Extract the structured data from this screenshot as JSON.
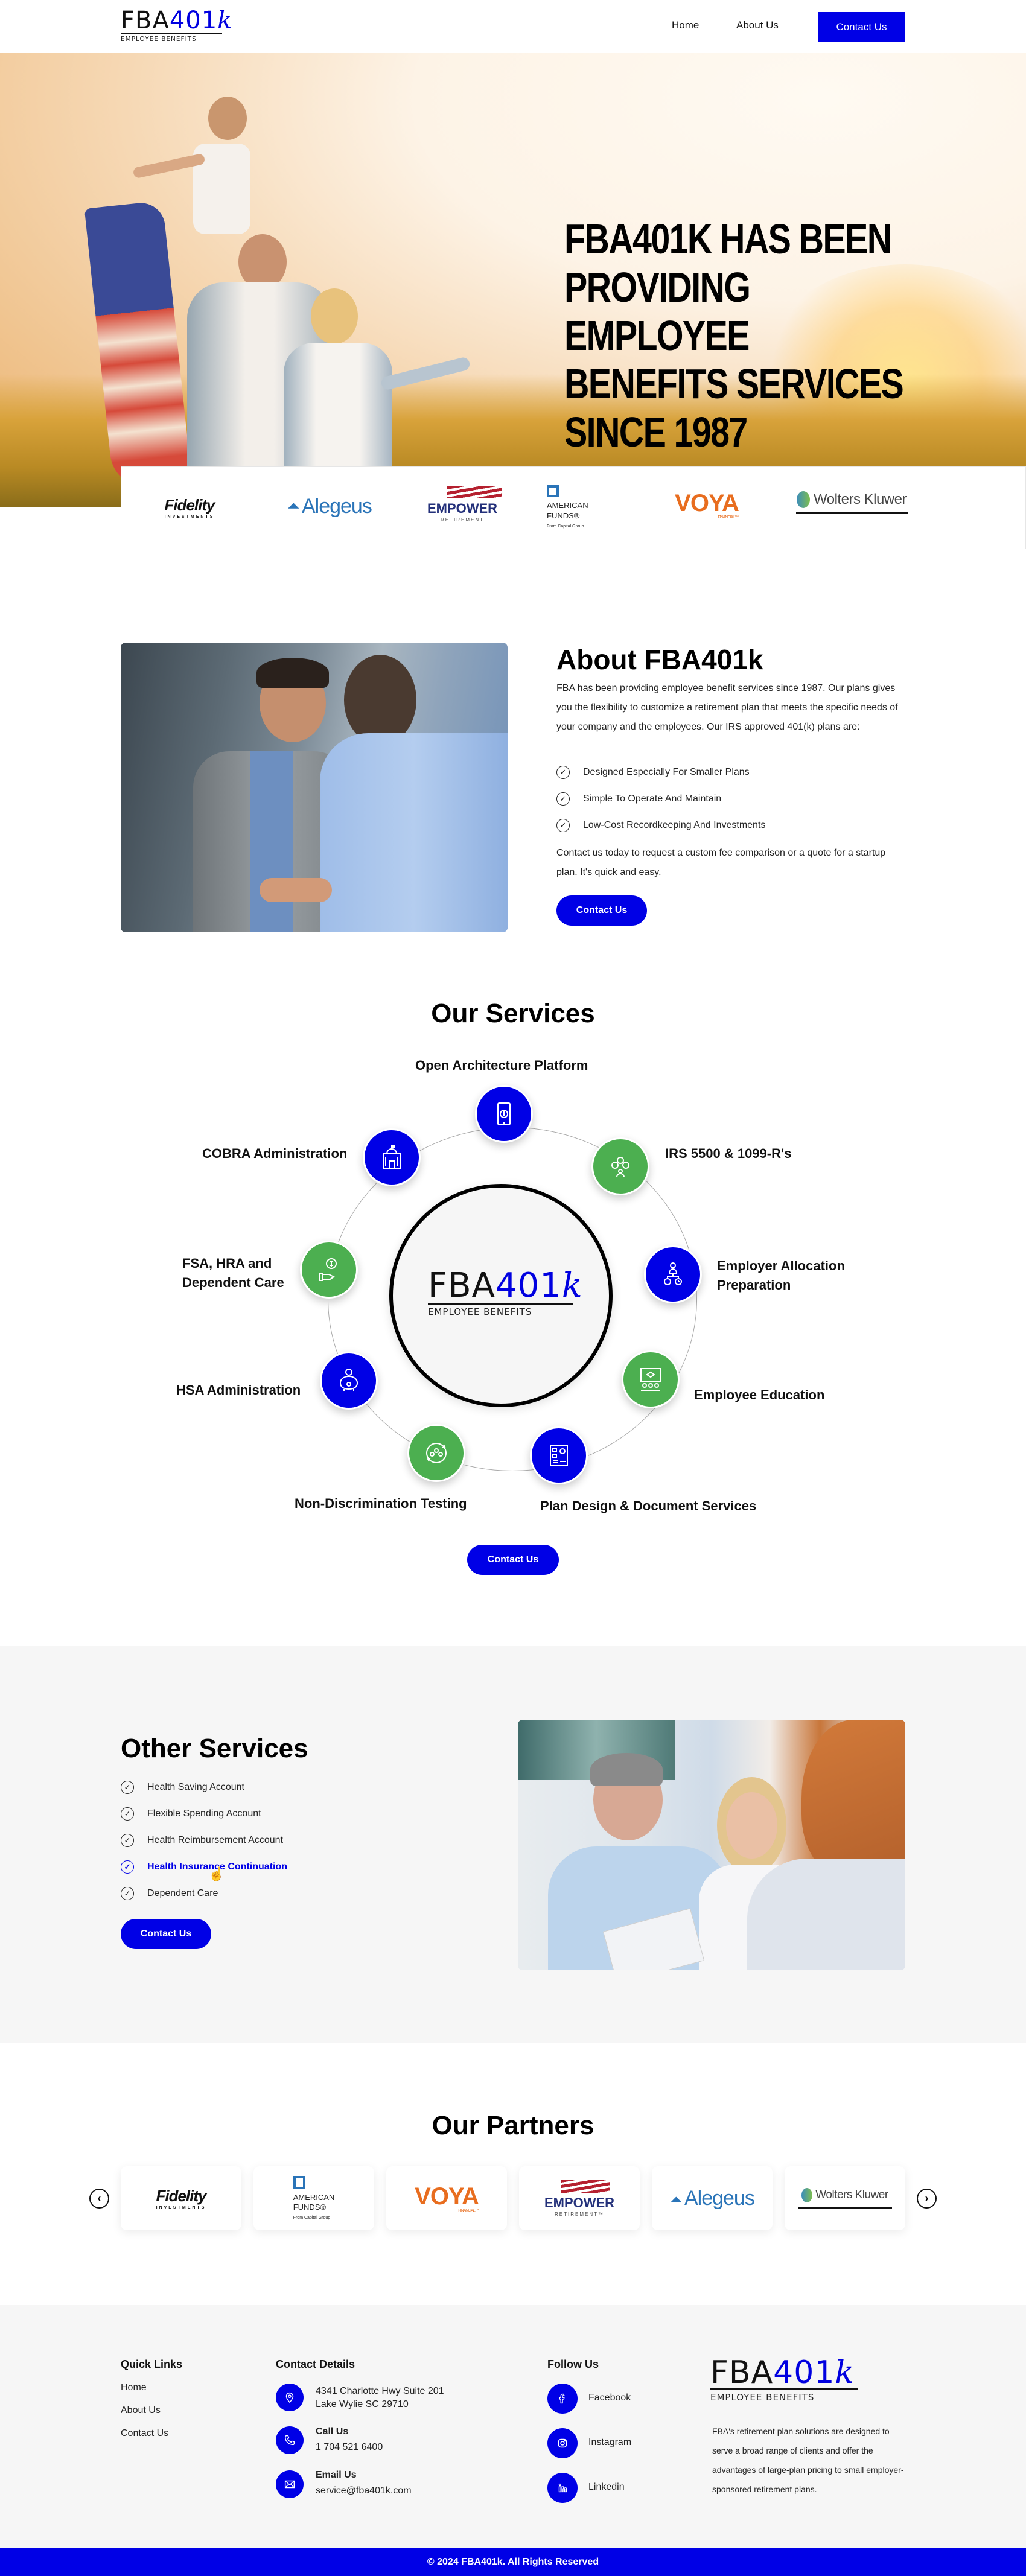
{
  "header": {
    "logo": {
      "fba": "FBA",
      "num": "401",
      "k": "k",
      "sub": "EMPLOYEE BENEFITS"
    },
    "nav": [
      {
        "label": "Home"
      },
      {
        "label": "About Us"
      }
    ],
    "cta_label": "Contact Us",
    "accent_color": "#0000e6"
  },
  "hero": {
    "title_lines": [
      "FBA401K HAS BEEN",
      "PROVIDING EMPLOYEE",
      "BENEFITS SERVICES",
      "SINCE 1987"
    ]
  },
  "logo_strip": {
    "brands": [
      {
        "name": "Fidelity",
        "sub": "INVESTMENTS"
      },
      {
        "name": "Alegeus"
      },
      {
        "name": "EMPOWER",
        "sub": "RETIREMENT"
      },
      {
        "name": "AMERICAN",
        "line2": "FUNDS®",
        "sub": "From Capital Group"
      },
      {
        "name": "VOYA",
        "sub": "FINANCIAL™"
      },
      {
        "name": "Wolters Kluwer"
      }
    ]
  },
  "about": {
    "title": "About FBA401k",
    "paragraph": "FBA has been providing employee benefit services since 1987.   Our plans gives you the flexibility to customize a retirement plan that meets the specific needs of your company and the employees. Our IRS approved 401(k) plans are:",
    "features": [
      "Designed Especially For Smaller Plans",
      "Simple To Operate And Maintain",
      "Low-Cost Recordkeeping And Investments"
    ],
    "closing": "Contact us today to request a custom fee comparison or a quote for a startup plan.  It's quick and easy.",
    "cta_label": "Contact Us"
  },
  "services": {
    "title": "Our Services",
    "center_logo": {
      "fba": "FBA",
      "num": "401",
      "k": "k",
      "sub": "EMPLOYEE BENEFITS"
    },
    "items": [
      {
        "label": "Open Architecture Platform",
        "color": "blue",
        "icon": "mobile-dollar-icon"
      },
      {
        "label": "IRS 5500 & 1099-R's",
        "color": "green",
        "icon": "person-finance-icon"
      },
      {
        "label": "Employer Allocation Preparation",
        "color": "blue",
        "icon": "org-chart-gear-icon"
      },
      {
        "label": "Employee Education",
        "color": "green",
        "icon": "presentation-audience-icon"
      },
      {
        "label": "Plan Design & Document Services",
        "color": "blue",
        "icon": "blueprint-icon"
      },
      {
        "label": "Non-Discrimination Testing",
        "color": "green",
        "icon": "people-cycle-icon"
      },
      {
        "label": "HSA Administration",
        "color": "blue",
        "icon": "piggy-bank-icon"
      },
      {
        "label": "FSA, HRA and Dependent Care",
        "color": "green",
        "icon": "hand-dollar-icon"
      },
      {
        "label": "COBRA Administration",
        "color": "blue",
        "icon": "government-building-icon"
      }
    ],
    "cta_label": "Contact Us",
    "colors": {
      "blue": "#0000e6",
      "green": "#4caf50"
    }
  },
  "other_services": {
    "title": "Other Services",
    "items": [
      {
        "label": "Health Saving Account",
        "active": false
      },
      {
        "label": "Flexible Spending Account",
        "active": false
      },
      {
        "label": "Health Reimbursement Account",
        "active": false
      },
      {
        "label": "Health Insurance Continuation",
        "active": true
      },
      {
        "label": "Dependent Care",
        "active": false
      }
    ],
    "cta_label": "Contact Us"
  },
  "partners": {
    "title": "Our Partners",
    "cards": [
      {
        "name": "Fidelity",
        "sub": "INVESTMENTS"
      },
      {
        "name": "AMERICAN",
        "line2": "FUNDS®",
        "sub": "From Capital Group"
      },
      {
        "name": "VOYA",
        "sub": "FINANCIAL™"
      },
      {
        "name": "EMPOWER",
        "sub": "RETIREMENT™"
      },
      {
        "name": "Alegeus"
      },
      {
        "name": "Wolters Kluwer"
      }
    ],
    "prev_glyph": "‹",
    "next_glyph": "›"
  },
  "footer": {
    "quick_links": {
      "title": "Quick Links",
      "items": [
        "Home",
        "About Us",
        "Contact Us"
      ]
    },
    "contact": {
      "title": "Contact Details",
      "address_line1": "4341 Charlotte Hwy Suite 201",
      "address_line2": "Lake Wylie SC 29710",
      "call_label": "Call Us",
      "phone": "1 704 521 6400",
      "email_label": "Email Us",
      "email": "service@fba401k.com"
    },
    "follow": {
      "title": "Follow Us",
      "items": [
        "Facebook",
        "Instagram",
        "Linkedin"
      ]
    },
    "logo": {
      "fba": "FBA",
      "num": "401",
      "k": "k",
      "sub": "EMPLOYEE BENEFITS"
    },
    "about_text": "FBA's retirement plan solutions are designed to serve a broad range of clients and offer the advantages of large-plan pricing to small employer-sponsored retirement plans.",
    "copyright": "© 2024 FBA401k. All Rights Reserved"
  }
}
